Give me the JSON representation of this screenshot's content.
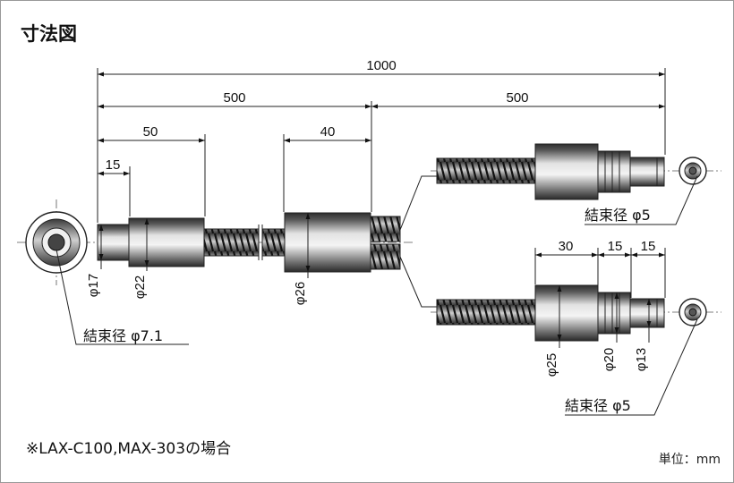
{
  "title": "寸法図",
  "dimensions": {
    "total": "1000",
    "left_half": "500",
    "right_half": "500",
    "head_len": "50",
    "tip_len": "15",
    "split_len": "40",
    "br_body": "30",
    "br_mid": "15",
    "br_tip": "15"
  },
  "diameters": {
    "tip": "φ17",
    "head": "φ22",
    "split": "φ26",
    "br_body": "φ25",
    "br_mid": "φ20",
    "br_tip": "φ13"
  },
  "bundle_labels": {
    "left": "結束径 φ7.1",
    "top_right": "結束径 φ5",
    "bottom_right": "結束径 φ5"
  },
  "note": "※LAX-C100,MAX-303の場合",
  "unit_label": "単位：mm",
  "colors": {
    "line": "#222222",
    "body_dark": "#3a3a3a",
    "body_light": "#d8d8d8",
    "background": "#ffffff"
  }
}
